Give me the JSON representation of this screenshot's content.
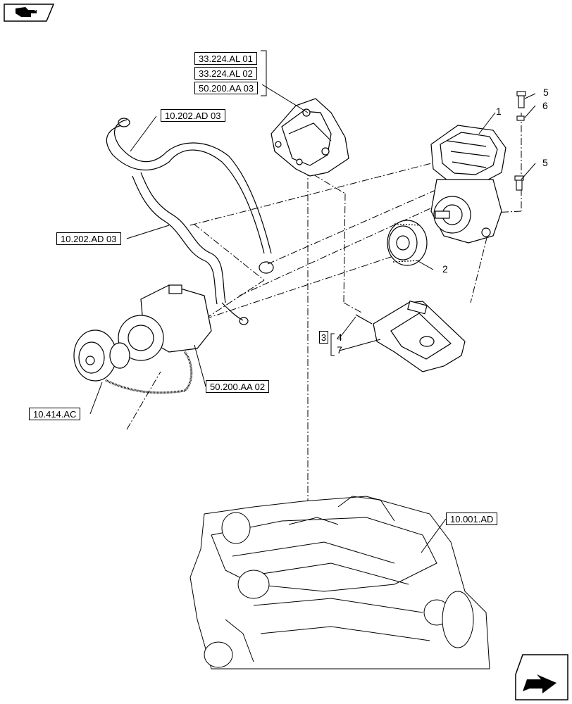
{
  "references": {
    "r_33_224_al_01": "33.224.AL 01",
    "r_33_224_al_02": "33.224.AL 02",
    "r_50_200_aa_03": "50.200.AA 03",
    "r_10_202_ad_03_top": "10.202.AD 03",
    "r_10_202_ad_03_left": "10.202.AD 03",
    "r_50_200_aa_02": "50.200.AA 02",
    "r_10_414_ac": "10.414.AC",
    "r_10_001_ad": "10.001.AD"
  },
  "callouts": {
    "c1": "1",
    "c2": "2",
    "c3": "3",
    "c4": "4",
    "c5_top": "5",
    "c5_mid": "5",
    "c6": "6",
    "c7": "7"
  },
  "icons": {
    "top_left": "book-arrow-icon",
    "bottom_right": "next-page-arrow-icon"
  }
}
